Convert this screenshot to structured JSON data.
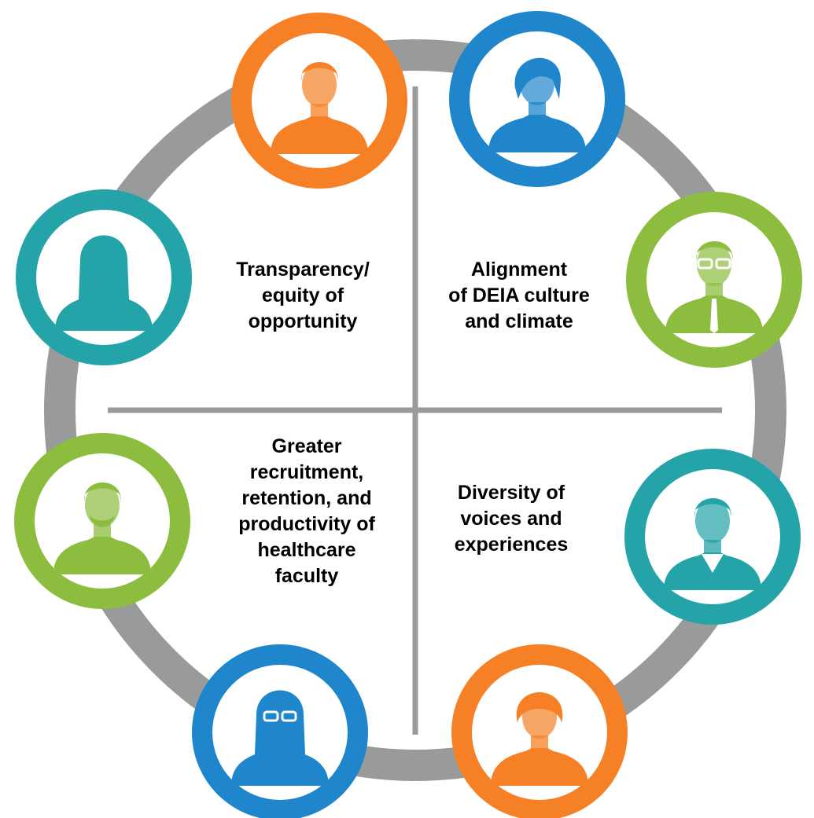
{
  "quadrants": {
    "top_left": {
      "lines": [
        "Transparency/",
        "equity of",
        "opportunity"
      ]
    },
    "top_right": {
      "lines": [
        "Alignment",
        "of DEIA culture",
        "and climate"
      ]
    },
    "bottom_left": {
      "lines": [
        "Greater",
        "recruitment,",
        "retention, and",
        "productivity of",
        "healthcare",
        "faculty"
      ]
    },
    "bottom_right": {
      "lines": [
        "Diversity of",
        "voices and",
        "experiences"
      ]
    }
  },
  "colors": {
    "ring": "#999a9a",
    "orange": "#f58025",
    "blue": "#1f86cc",
    "teal": "#24a3a8",
    "green": "#8cbd3f"
  },
  "people": [
    {
      "name": "man-short-hair-icon",
      "color": "orange"
    },
    {
      "name": "woman-short-hair-icon",
      "color": "blue"
    },
    {
      "name": "man-glasses-tie-icon",
      "color": "green"
    },
    {
      "name": "man-v-neck-icon",
      "color": "teal"
    },
    {
      "name": "woman-curly-hair-icon",
      "color": "orange"
    },
    {
      "name": "woman-glasses-icon",
      "color": "blue"
    },
    {
      "name": "man-beard-icon",
      "color": "green"
    },
    {
      "name": "woman-long-hair-icon",
      "color": "teal"
    }
  ]
}
